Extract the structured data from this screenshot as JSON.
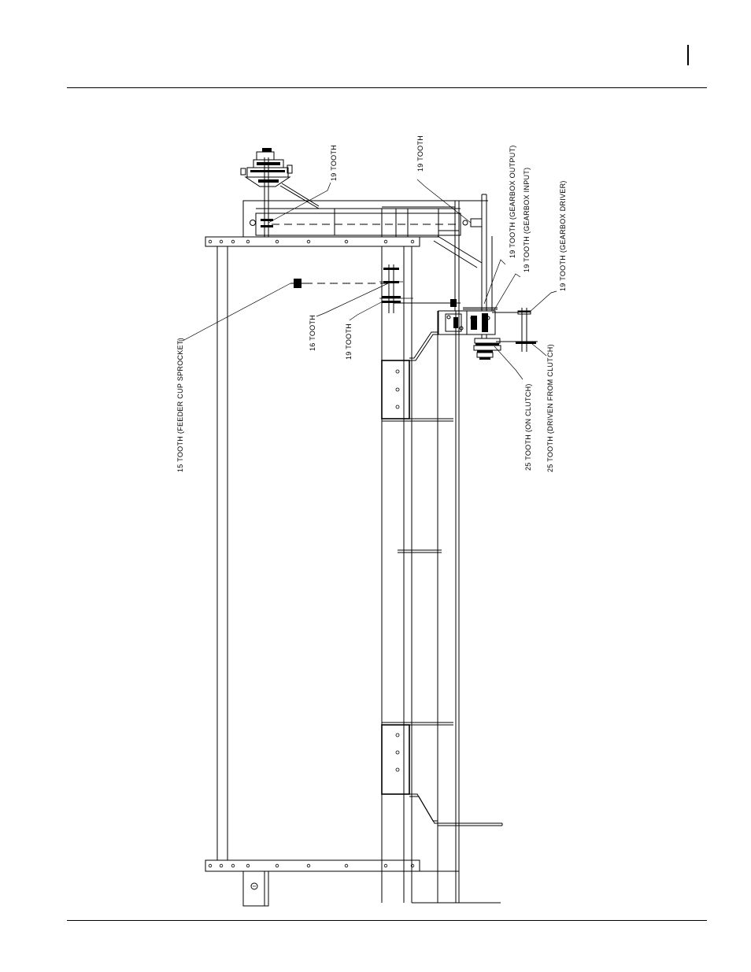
{
  "page": {
    "title": "Drive chain sprocket layout"
  },
  "labels": {
    "l1": "19 TOOTH",
    "l2": "19 TOOTH",
    "l3": "19 TOOTH (GEARBOX OUTPUT)",
    "l4": "19 TOOTH (GEARBOX INPUT)",
    "l5": "19 TOOTH (GEARBOX DRIVER)",
    "l6": "16 TOOTH",
    "l7": "19 TOOTH",
    "l8": "15 TOOTH (FEEDER CUP SPROCKET)",
    "l9": "25 TOOTH (ON CLUTCH)",
    "l10": "25 TOOTH (DRIVEN FROM CLUTCH)"
  }
}
